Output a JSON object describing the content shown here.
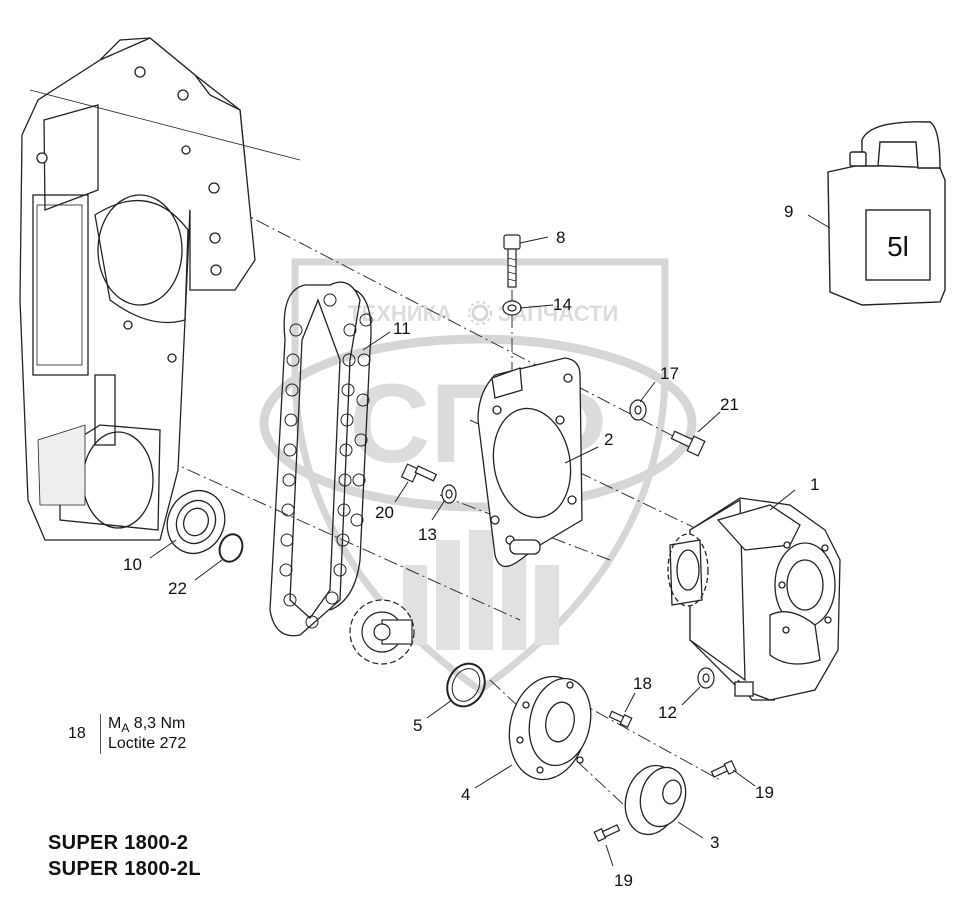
{
  "watermark": {
    "left_word": "ТЕХНИКА",
    "right_word": "ЗАПЧАСТИ",
    "big": "СПФ"
  },
  "canister": {
    "label": "5l"
  },
  "callouts": {
    "c1": "1",
    "c2": "2",
    "c3": "3",
    "c4": "4",
    "c5": "5",
    "c8": "8",
    "c9": "9",
    "c10": "10",
    "c11": "11",
    "c12": "12",
    "c13": "13",
    "c14": "14",
    "c17": "17",
    "c18": "18",
    "c19a": "19",
    "c19b": "19",
    "c20": "20",
    "c21": "21",
    "c22": "22"
  },
  "torque_note": {
    "part": "18",
    "ma_symbol": "M",
    "ma_subscript": "A",
    "ma_value": "8,3 Nm",
    "loctite": "Loctite 272"
  },
  "models": [
    "SUPER 1800-2",
    "SUPER 1800-2L"
  ]
}
